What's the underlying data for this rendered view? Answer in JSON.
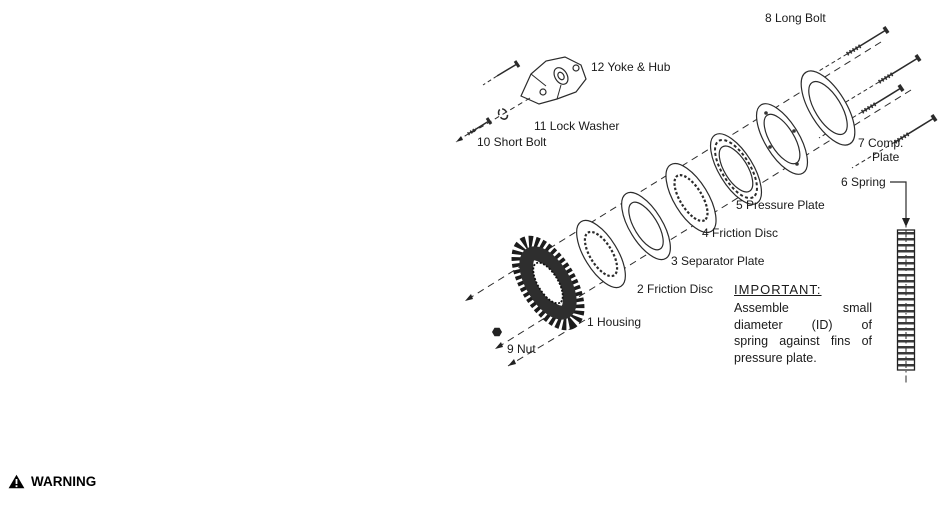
{
  "diagram": {
    "labels": {
      "long_bolt": "8 Long Bolt",
      "yoke_hub": "12 Yoke & Hub",
      "lock_washer": "11 Lock Washer",
      "short_bolt": "10 Short Bolt",
      "comp_plate_line1": "7 Comp.",
      "comp_plate_line2": "Plate",
      "spring": "6 Spring",
      "pressure_plate": "5 Pressure Plate",
      "friction_disc_outer": "4 Friction Disc",
      "separator_plate": "3 Separator Plate",
      "friction_disc_inner": "2 Friction Disc",
      "housing": "1 Housing",
      "nut": "9 Nut"
    },
    "important_note": {
      "title": "IMPORTANT:",
      "lines": [
        "Assemble small",
        "diameter (ID) of",
        "spring against fins of",
        "pressure plate."
      ]
    }
  },
  "warning": {
    "label": "WARNING"
  },
  "colors": {
    "line_art": "#2b2b2b",
    "dark_fill": "#1c1c1c"
  }
}
